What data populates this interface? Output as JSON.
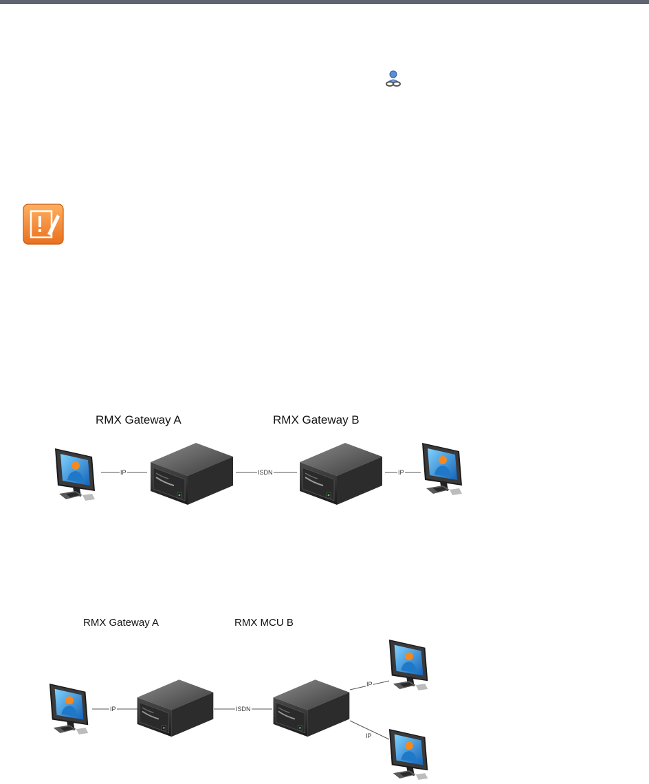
{
  "diagram1": {
    "gateway_a_label": "RMX Gateway A",
    "gateway_b_label": "RMX Gateway B",
    "conn_ip_left": "IP",
    "conn_isdn": "ISDN",
    "conn_ip_right": "IP"
  },
  "diagram2": {
    "gateway_a_label": "RMX Gateway A",
    "mcu_b_label": "RMX MCU B",
    "conn_ip_left": "IP",
    "conn_isdn": "ISDN",
    "conn_ip_upper": "IP",
    "conn_ip_lower": "IP"
  },
  "icons": {
    "participant": "participant-link-icon",
    "note": "note-icon",
    "monitor": "video-endpoint-icon",
    "server": "rmx-server-icon"
  },
  "colors": {
    "header_bar": "#5f6470",
    "note_orange": "#f08a30",
    "screen_blue": "#2a8fd6"
  }
}
